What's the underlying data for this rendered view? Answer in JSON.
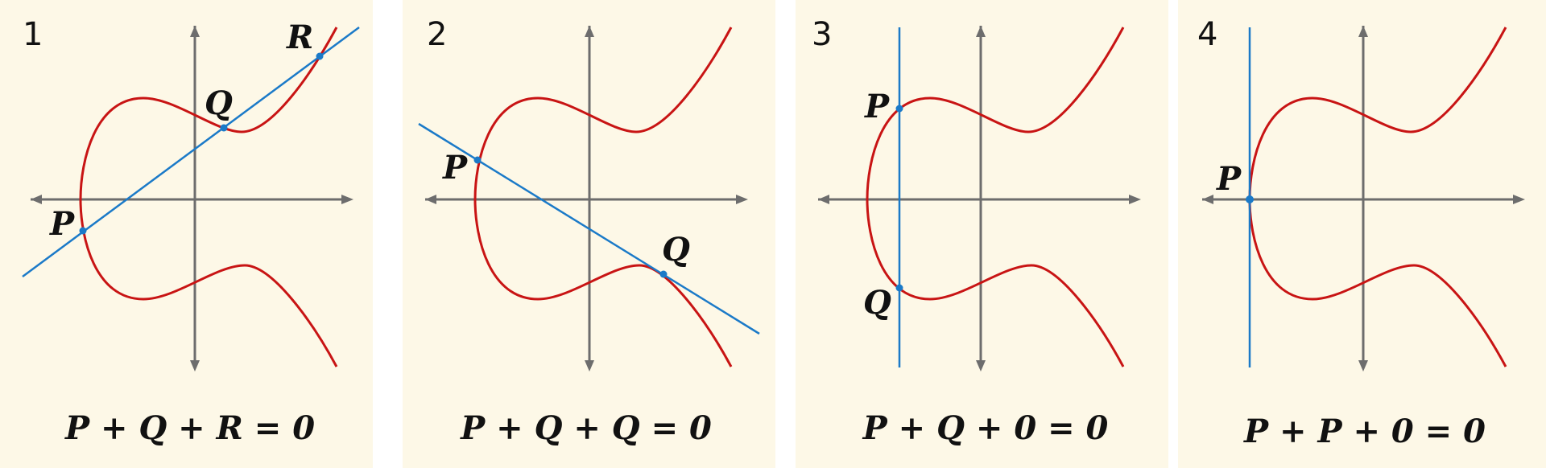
{
  "colors": {
    "background": "#fdf8e7",
    "curve": "#c81414",
    "line": "#1b7ac8",
    "axis": "#6d6d6d"
  },
  "panels": [
    {
      "number": "1",
      "labels": {
        "p": "P",
        "q": "Q",
        "r": "R"
      },
      "equation": "P + Q + R = 0"
    },
    {
      "number": "2",
      "labels": {
        "p": "P",
        "q": "Q"
      },
      "equation": "P + Q + Q = 0"
    },
    {
      "number": "3",
      "labels": {
        "p": "P",
        "q": "Q"
      },
      "equation": "P + Q + 0 = 0"
    },
    {
      "number": "4",
      "labels": {
        "p": "P"
      },
      "equation": "P + P + 0 = 0"
    }
  ]
}
